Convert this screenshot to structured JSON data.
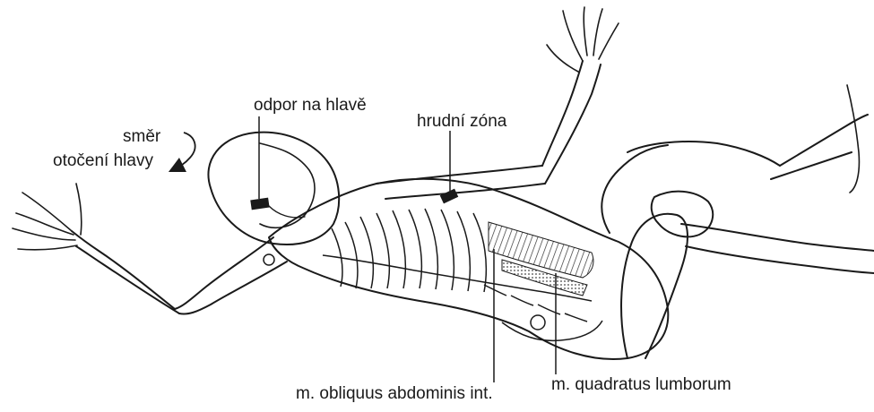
{
  "labels": {
    "head_resistance": "odpor na hlavě",
    "turn_direction_line1": "směr",
    "turn_direction_line2": "otočení hlavy",
    "thoracic_zone": "hrudní zóna",
    "obliquus": "m. obliquus abdominis int.",
    "quadratus": "m. quadratus lumborum"
  },
  "colors": {
    "ink": "#1a1a1a",
    "background": "#ffffff"
  },
  "icons": [
    "curved-rotation-arrow-icon"
  ]
}
